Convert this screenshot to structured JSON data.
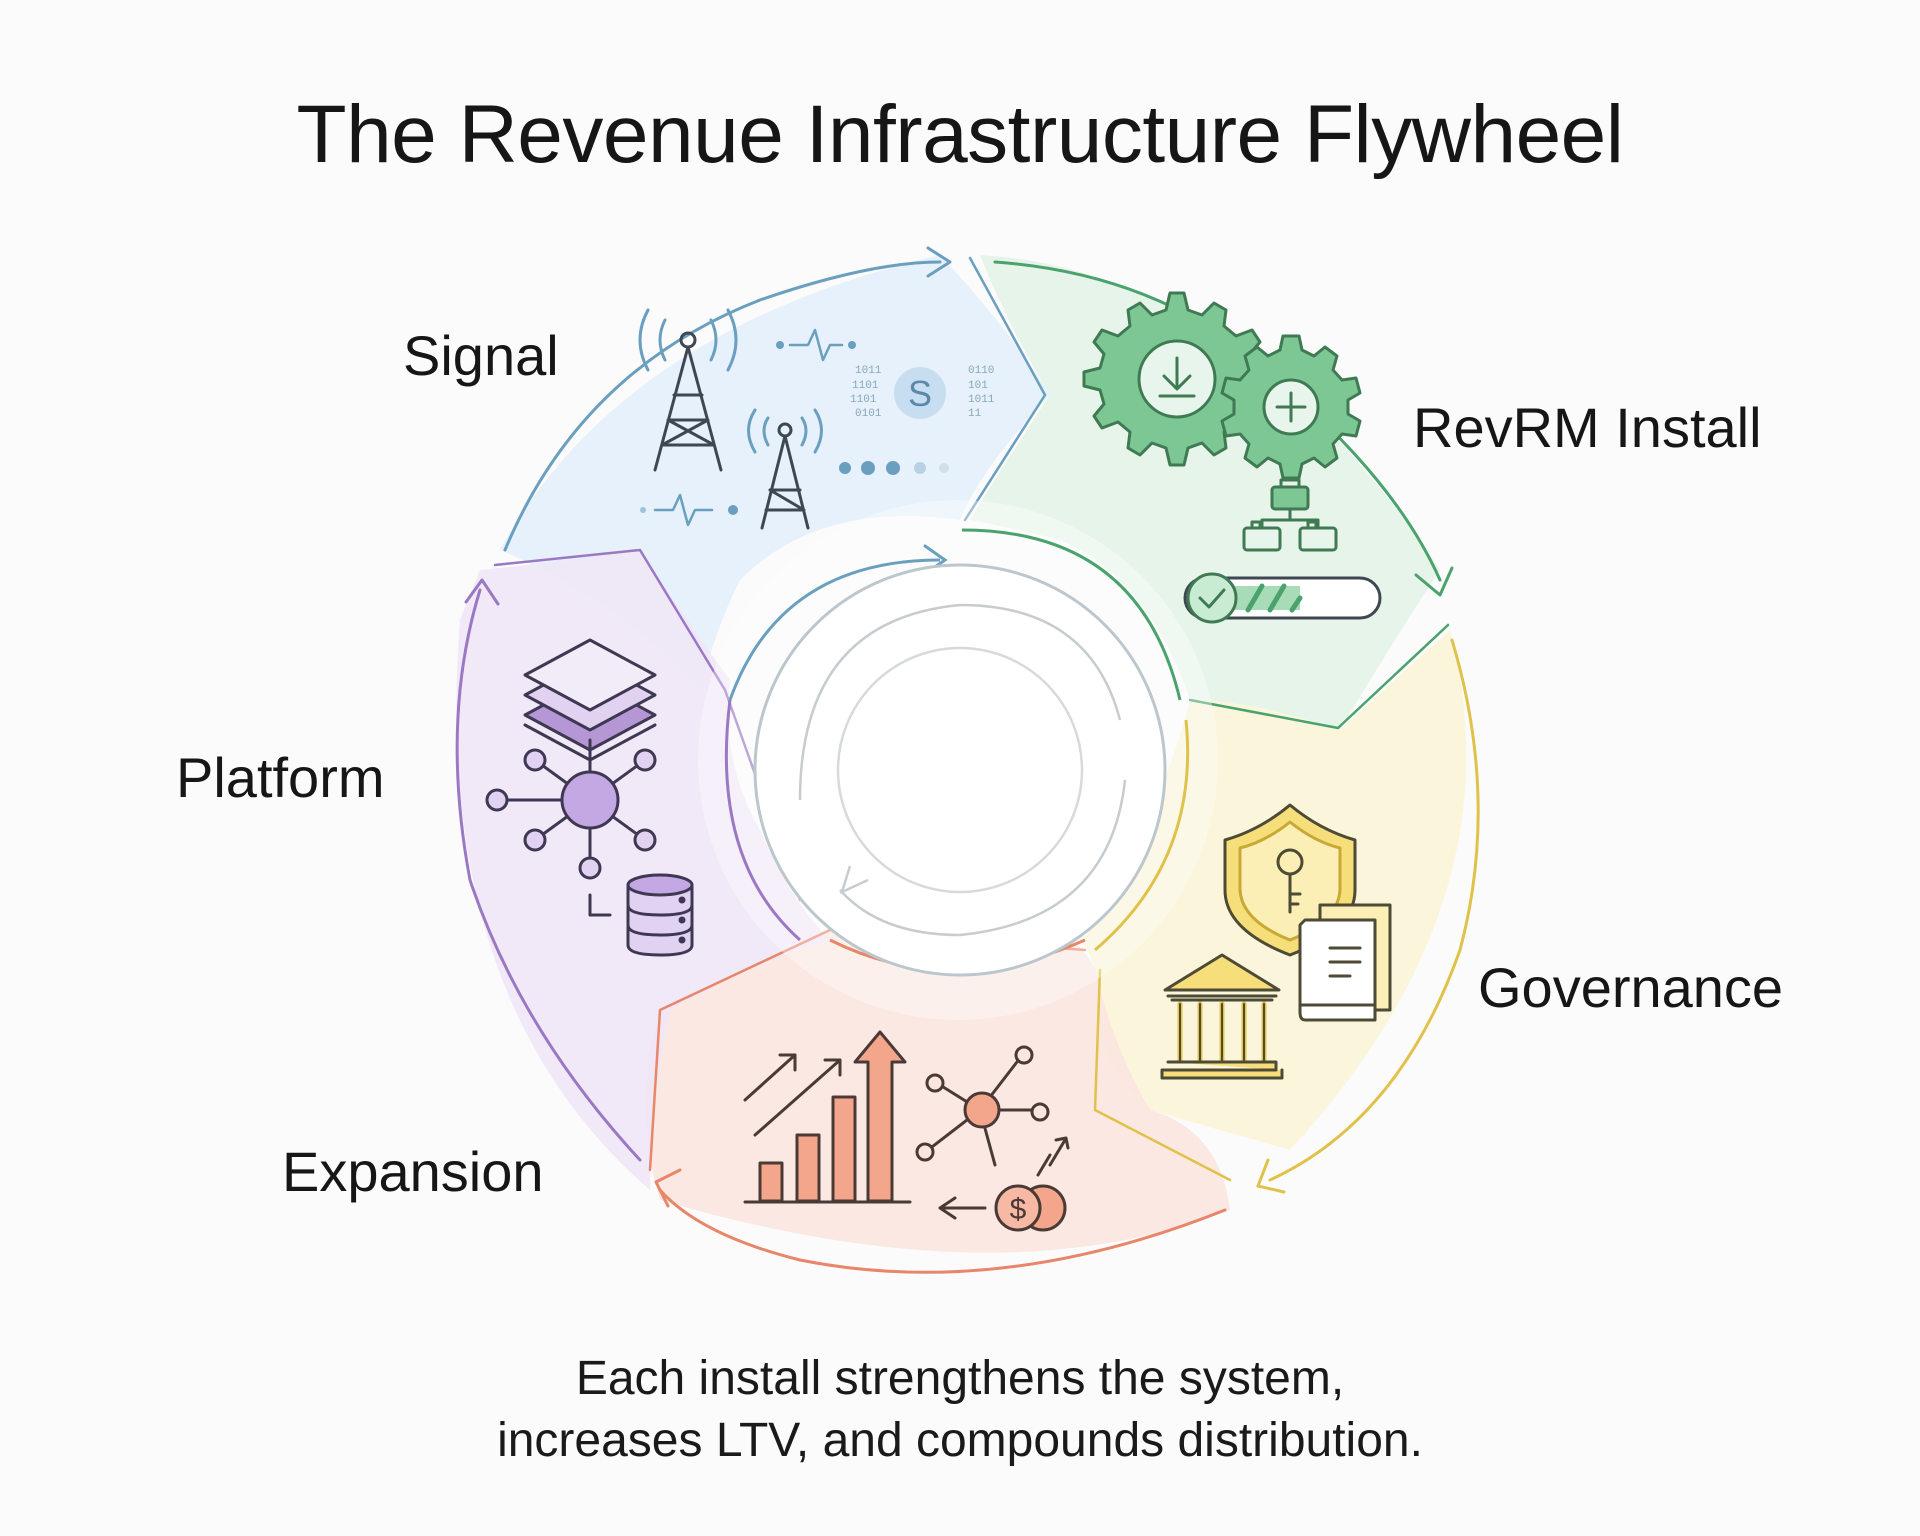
{
  "title": "The Revenue Infrastructure Flywheel",
  "stages": [
    {
      "id": "signal",
      "label": "Signal",
      "color": "#6a9fbf",
      "fill": "#e3f0fb"
    },
    {
      "id": "revrm",
      "label": "RevRM Install",
      "color": "#4aa36c",
      "fill": "#e4f3e8"
    },
    {
      "id": "governance",
      "label": "Governance",
      "color": "#e0c24a",
      "fill": "#fbf4d8"
    },
    {
      "id": "expansion",
      "label": "Expansion",
      "color": "#e8866a",
      "fill": "#fbe6df"
    },
    {
      "id": "platform",
      "label": "Platform",
      "color": "#9b78c4",
      "fill": "#efe7f6"
    }
  ],
  "icon_glyphs": {
    "signal_token": "S",
    "binary_left": [
      "1011",
      "1101",
      "1101",
      "0101"
    ],
    "binary_right": [
      "0110",
      "101",
      "1011",
      "11"
    ],
    "currency": "$"
  },
  "icons": [
    "radio-tower-icon",
    "signal-wave-icon",
    "binary-data-icon",
    "download-gear-icon",
    "plus-gear-icon",
    "org-blocks-icon",
    "progress-check-icon",
    "shield-key-icon",
    "bank-icon",
    "document-book-icon",
    "growth-arrows-icon",
    "bar-chart-icon",
    "network-node-icon",
    "coins-icon",
    "layers-icon",
    "hub-network-icon",
    "database-icon"
  ],
  "caption": {
    "line1": "Each install strengthens the system,",
    "line2": "increases LTV, and compounds distribution."
  }
}
